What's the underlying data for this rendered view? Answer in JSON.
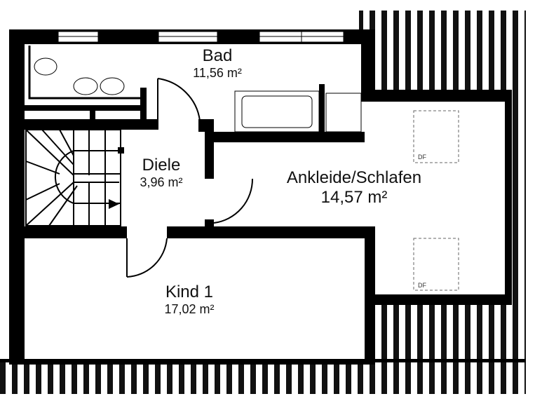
{
  "rooms": [
    {
      "name": "Bad",
      "area": "11,56 m²"
    },
    {
      "name": "Diele",
      "area": "3,96 m²"
    },
    {
      "name": "Ankleide/Schlafen",
      "area": "14,57 m²"
    },
    {
      "name": "Kind 1",
      "area": "17,02 m²"
    }
  ],
  "skylights": [
    "DF",
    "DF"
  ],
  "colors": {
    "wall": "#000000",
    "background": "#ffffff"
  }
}
